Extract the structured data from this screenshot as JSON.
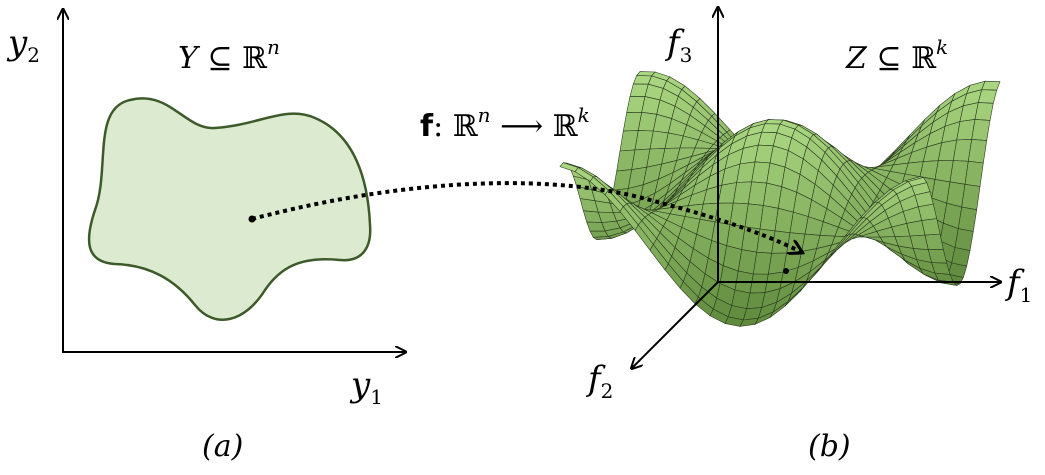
{
  "left_panel": {
    "axis_y_var": "y",
    "axis_y_sub": "2",
    "axis_x_var": "y",
    "axis_x_sub": "1",
    "set_label": {
      "var": "Y",
      "rel": "⊆",
      "space": "ℝ",
      "exp": "n"
    },
    "caption": "(a)"
  },
  "mapping": {
    "func": "f",
    "colon": ":",
    "domain": "ℝ",
    "domain_exp": "n",
    "arrow": "⟶",
    "codomain": "ℝ",
    "codomain_exp": "k"
  },
  "right_panel": {
    "axis_f1_var": "f",
    "axis_f1_sub": "1",
    "axis_f2_var": "f",
    "axis_f2_sub": "2",
    "axis_f3_var": "f",
    "axis_f3_sub": "3",
    "set_label": {
      "var": "Z",
      "rel": "⊆",
      "space": "ℝ",
      "exp": "k"
    },
    "caption": "(b)"
  },
  "colors": {
    "region_fill": "#dcebcf",
    "region_stroke": "#3d5a2a",
    "surface_light": "#b4e08a",
    "surface_dark": "#5f8a3c",
    "mesh_line": "#2a3a1f"
  }
}
